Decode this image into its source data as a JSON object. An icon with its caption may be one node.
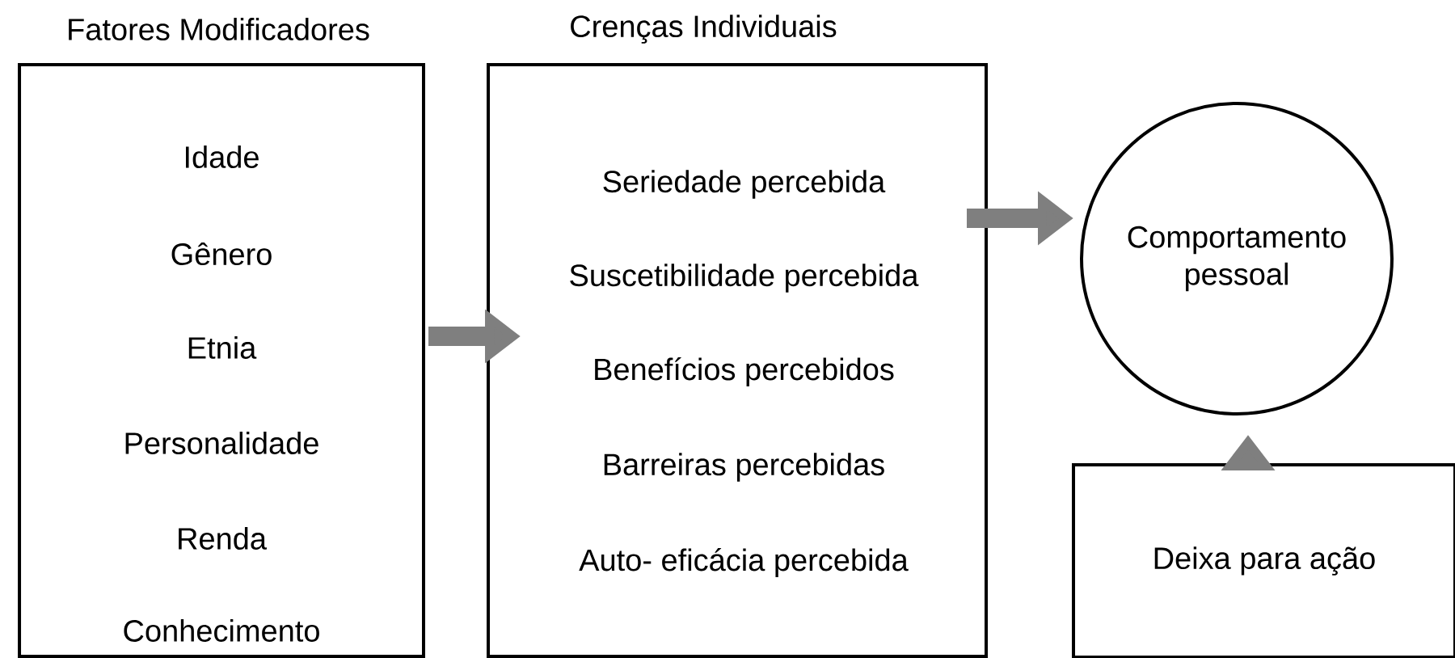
{
  "diagram": {
    "nodes": [
      {
        "text": [
          "Fatores Modificadores",
          "Idade",
          "Gênero",
          "Etnia",
          "Personalidade",
          "Renda",
          "Conhecimento"
        ]
      },
      {
        "text": [
          "Crenças Individuais",
          "Seriedade percebida",
          "Suscetibilidade percebida",
          "Benefícios percebidos",
          "Barreiras percebidas",
          "Auto- eficácia percebida"
        ]
      },
      {
        "text": [
          "Comportamento pessoal"
        ]
      },
      {
        "text": [
          "Deixa para ação"
        ]
      }
    ],
    "edges": [
      {
        "from": 0,
        "to": 1,
        "arrow": "to"
      },
      {
        "from": 1,
        "to": 2,
        "arrow": "to"
      },
      {
        "from": 3,
        "to": 2,
        "arrow": "to"
      }
    ]
  }
}
